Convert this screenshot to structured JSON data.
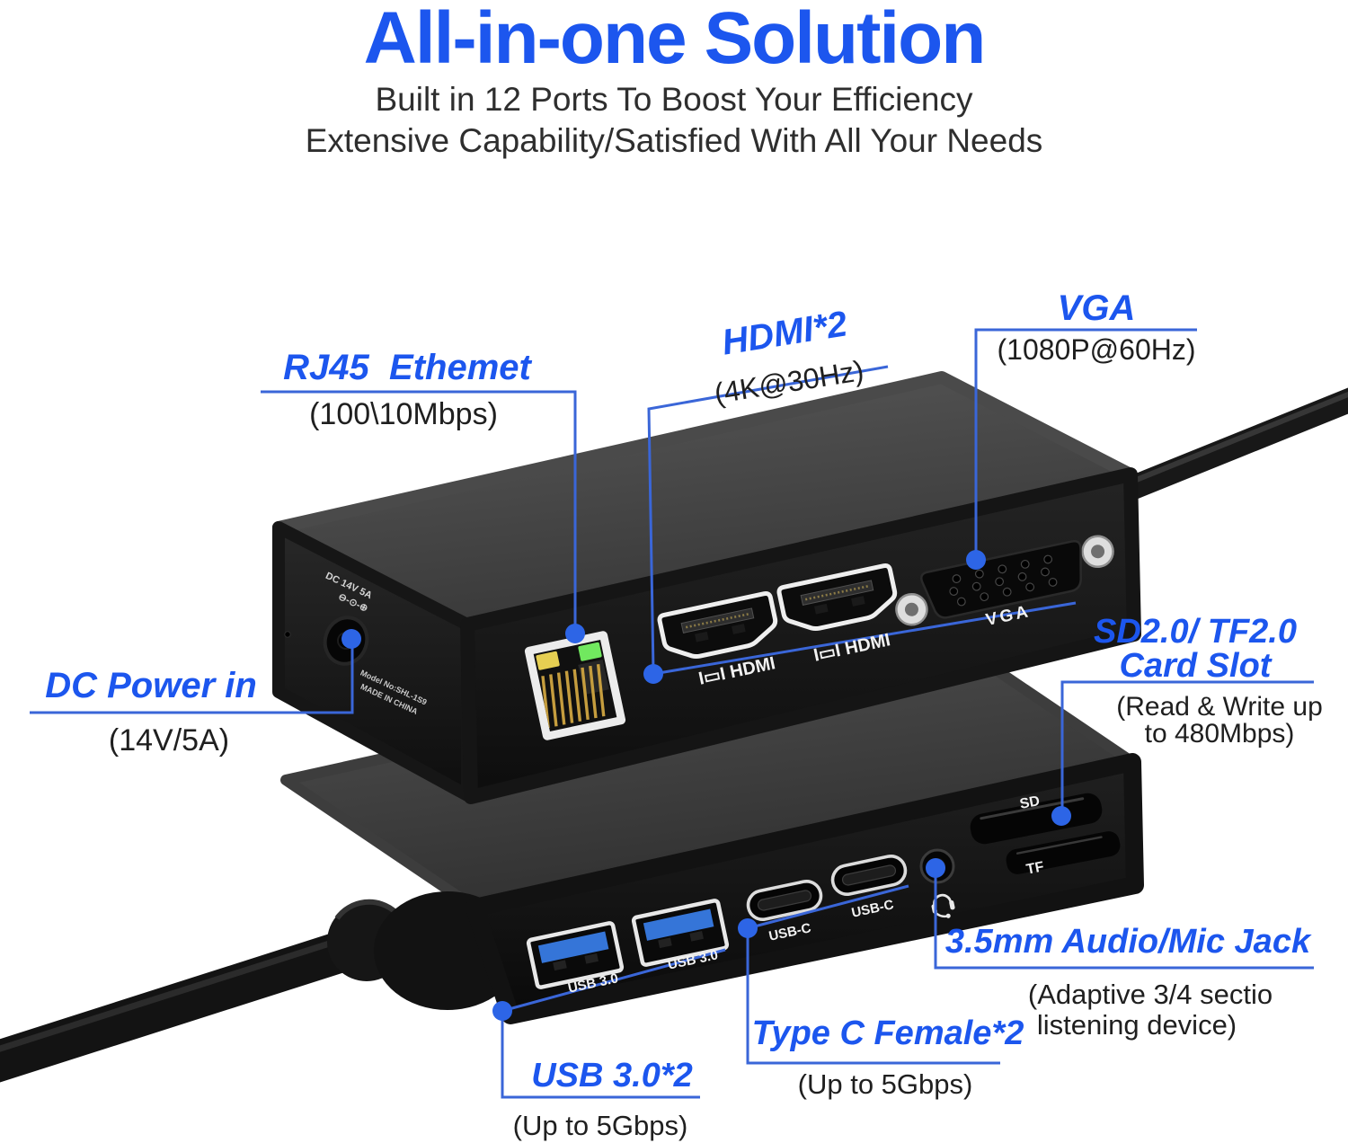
{
  "header": {
    "title": "All-in-one Solution",
    "subtitle1": "Built in 12 Ports To Boost Your Efficiency",
    "subtitle2": "Extensive Capability/Satisfied With All Your Needs"
  },
  "colors": {
    "accent_blue": "#1c56ee",
    "line_blue": "#3a66d8",
    "dot_blue": "#2d65e6",
    "device_black": "#141414",
    "device_gray": "#464646"
  },
  "callouts": {
    "rj45": {
      "label": "RJ45  Ethemet",
      "sub": "(100\\10Mbps)"
    },
    "hdmi": {
      "label": "HDMI*2",
      "sub": "(4K@30Hz)"
    },
    "vga": {
      "label": "VGA",
      "sub": "(1080P@60Hz)"
    },
    "dc_power": {
      "label": "DC Power in",
      "sub": "(14V/5A)"
    },
    "card_slot": {
      "label_line1": "SD2.0/ TF2.0",
      "label_line2": "Card Slot",
      "sub_line1": "(Read & Write up",
      "sub_line2": "to 480Mbps)"
    },
    "audio": {
      "label": "3.5mm Audio/Mic Jack",
      "sub_line1": "(Adaptive 3/4 sectio",
      "sub_line2": "listening device)"
    },
    "type_c": {
      "label": "Type C Female*2",
      "sub": "(Up to 5Gbps)"
    },
    "usb3": {
      "label": "USB 3.0*2",
      "sub": "(Up to 5Gbps)"
    }
  },
  "device_markings": {
    "dc_rating": "DC 14V 5A",
    "dc_polarity": "⊖-⊙-⊕",
    "model_line1": "Model No:SHL-1S9",
    "model_line2": "MADE IN CHINA",
    "hdmi_port_label": "I▭I HDMI",
    "vga_port_label": "VGA",
    "sd_slot_label": "SD",
    "tf_slot_label": "TF",
    "usb3_port_label": "USB 3.0",
    "usbc_port_label": "USB-C"
  }
}
